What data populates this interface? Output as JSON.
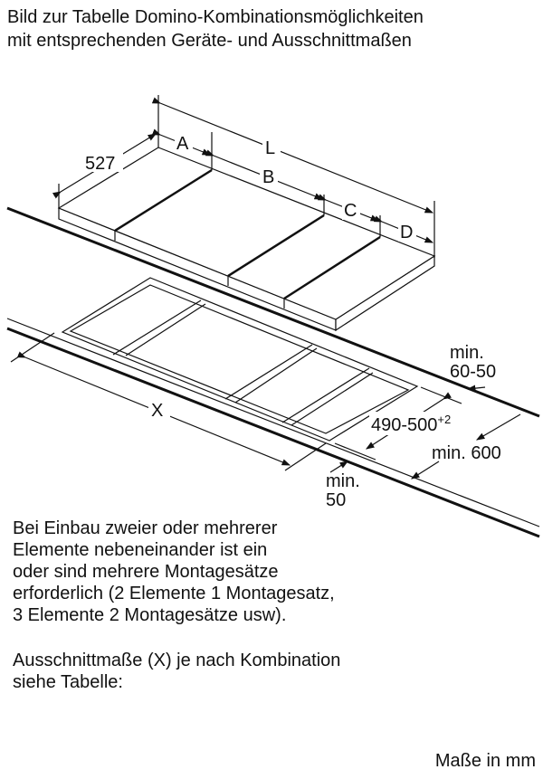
{
  "title": {
    "line1": "Bild zur Tabelle Domino-Kombinationsmöglichkeiten",
    "line2": "mit entsprechenden Geräte- und Ausschnittmaßen"
  },
  "diagram": {
    "labels": {
      "depth": "527",
      "A": "A",
      "B": "B",
      "C": "C",
      "D": "D",
      "L": "L",
      "X": "X",
      "back_gap_line1": "min.",
      "back_gap_line2": "60-50",
      "cutout_depth": "490-500",
      "cutout_depth_tolerance": "+2",
      "counter_depth": "min. 600",
      "side_gap_line1": "min.",
      "side_gap_line2": "50"
    }
  },
  "notes": {
    "paragraph1": [
      "Bei Einbau zweier oder mehrerer",
      "Elemente nebeneinander ist ein",
      "oder sind mehrere Montagesätze",
      "erforderlich (2 Elemente 1 Montagesatz,",
      "3 Elemente 2 Montagesätze usw)."
    ],
    "paragraph2": [
      "Ausschnittmaße (X) je nach Kombination",
      "siehe Tabelle:"
    ],
    "units": "Maße in mm"
  }
}
